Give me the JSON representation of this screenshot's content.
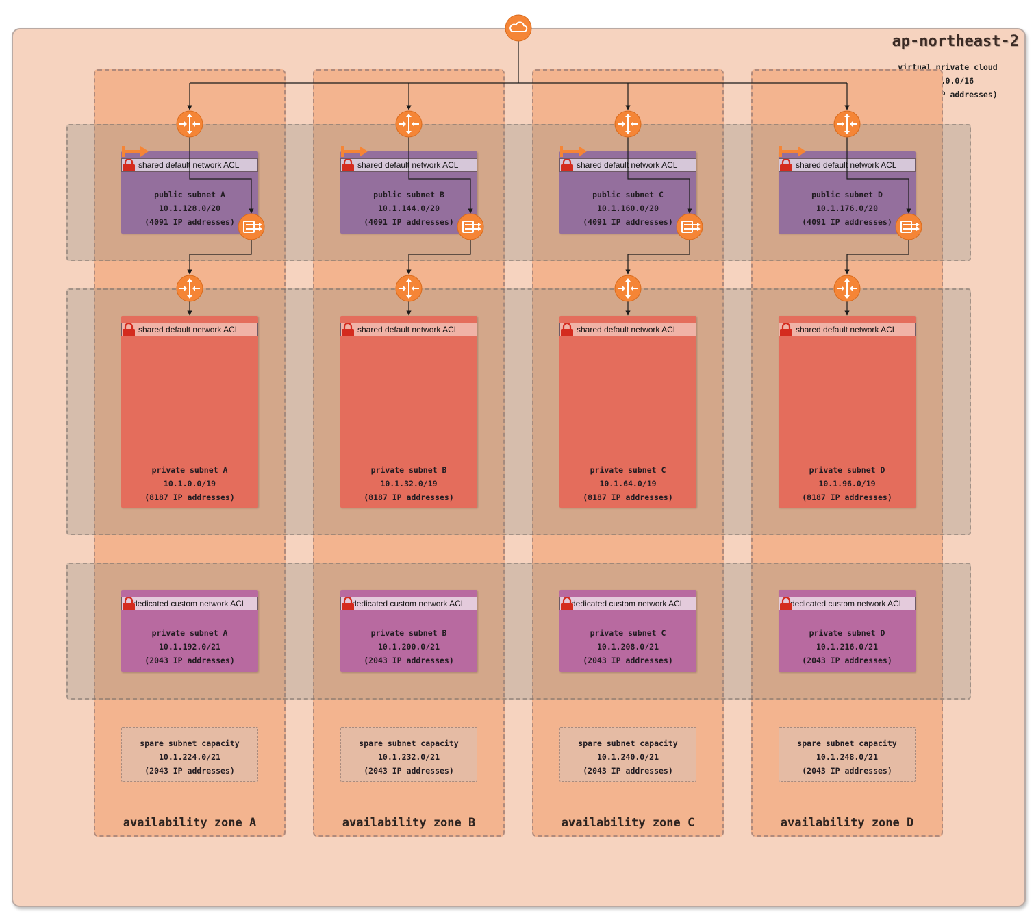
{
  "region": {
    "name": "ap-northeast-2"
  },
  "vpc": {
    "title": "virtual private cloud",
    "cidr": "10.1.0.0/16",
    "ips": "(65,536 IP addresses)"
  },
  "zones": [
    {
      "label": "availability zone A",
      "public": {
        "acl": "shared default network ACL",
        "name": "public subnet A",
        "cidr": "10.1.128.0/20",
        "ips": "(4091 IP addresses)"
      },
      "private": {
        "acl": "shared default network ACL",
        "name": "private subnet A",
        "cidr": "10.1.0.0/19",
        "ips": "(8187 IP addresses)"
      },
      "dedicated": {
        "acl": "dedicated custom network ACL",
        "name": "private subnet A",
        "cidr": "10.1.192.0/21",
        "ips": "(2043 IP addresses)"
      },
      "spare": {
        "name": "spare subnet capacity",
        "cidr": "10.1.224.0/21",
        "ips": "(2043 IP addresses)"
      }
    },
    {
      "label": "availability zone B",
      "public": {
        "acl": "shared default network ACL",
        "name": "public subnet B",
        "cidr": "10.1.144.0/20",
        "ips": "(4091 IP addresses)"
      },
      "private": {
        "acl": "shared default network ACL",
        "name": "private subnet B",
        "cidr": "10.1.32.0/19",
        "ips": "(8187 IP addresses)"
      },
      "dedicated": {
        "acl": "dedicated custom network ACL",
        "name": "private subnet B",
        "cidr": "10.1.200.0/21",
        "ips": "(2043 IP addresses)"
      },
      "spare": {
        "name": "spare subnet capacity",
        "cidr": "10.1.232.0/21",
        "ips": "(2043 IP addresses)"
      }
    },
    {
      "label": "availability zone C",
      "public": {
        "acl": "shared default network ACL",
        "name": "public subnet C",
        "cidr": "10.1.160.0/20",
        "ips": "(4091 IP addresses)"
      },
      "private": {
        "acl": "shared default network ACL",
        "name": "private subnet C",
        "cidr": "10.1.64.0/19",
        "ips": "(8187 IP addresses)"
      },
      "dedicated": {
        "acl": "dedicated custom network ACL",
        "name": "private subnet C",
        "cidr": "10.1.208.0/21",
        "ips": "(2043 IP addresses)"
      },
      "spare": {
        "name": "spare subnet capacity",
        "cidr": "10.1.240.0/21",
        "ips": "(2043 IP addresses)"
      }
    },
    {
      "label": "availability zone D",
      "public": {
        "acl": "shared default network ACL",
        "name": "public subnet D",
        "cidr": "10.1.176.0/20",
        "ips": "(4091 IP addresses)"
      },
      "private": {
        "acl": "shared default network ACL",
        "name": "private subnet D",
        "cidr": "10.1.96.0/19",
        "ips": "(8187 IP addresses)"
      },
      "dedicated": {
        "acl": "dedicated custom network ACL",
        "name": "private subnet D",
        "cidr": "10.1.216.0/21",
        "ips": "(2043 IP addresses)"
      },
      "spare": {
        "name": "spare subnet capacity",
        "cidr": "10.1.248.0/21",
        "ips": "(2043 IP addresses)"
      }
    }
  ],
  "icons": {
    "internet": "internet-gateway-icon",
    "router": "router-icon",
    "nat": "nat-gateway-icon",
    "lock": "lock-icon",
    "public_route": "public-route-arrow-icon"
  },
  "colors": {
    "region_bg": "#f6d3bf",
    "az_bg": "#f3b48f",
    "public_subnet": "#946f9d",
    "private_subnet": "#e46d5c",
    "dedicated_subnet": "#b86aa0",
    "spare_subnet": "#e5bba4",
    "icon_orange": "#f58536"
  }
}
